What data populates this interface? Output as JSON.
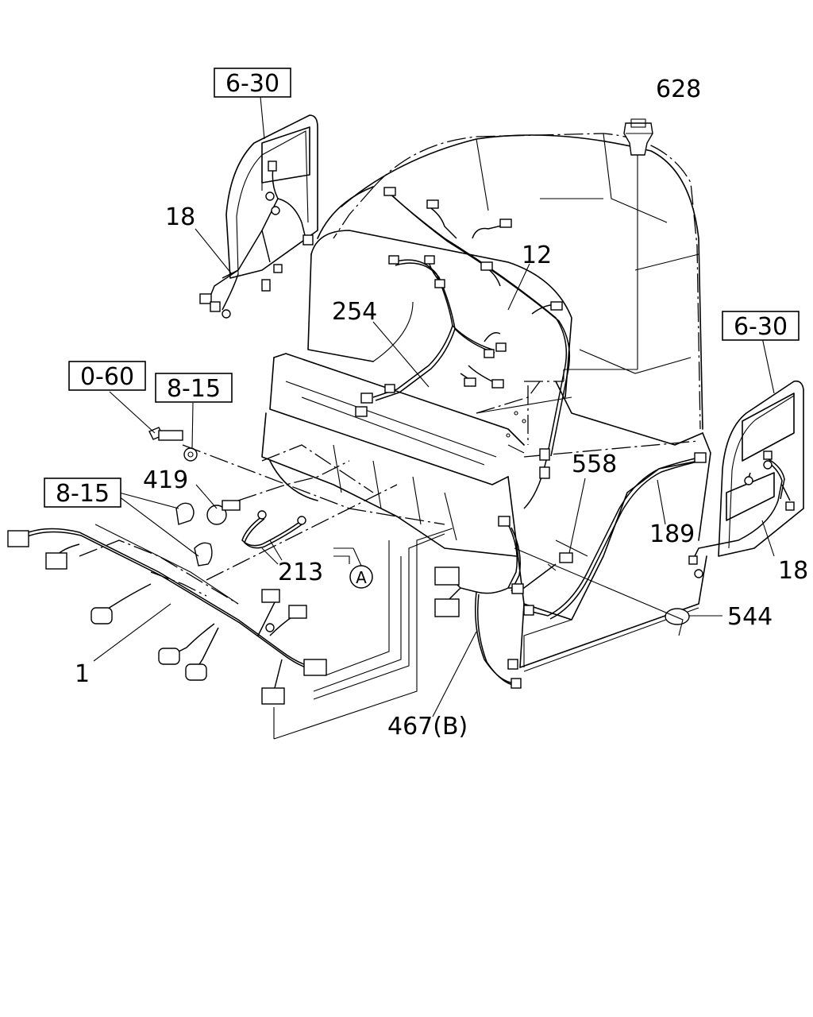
{
  "callouts": {
    "ref_door_left": "6-30",
    "ref_door_right": "6-30",
    "ref_bolt": "0-60",
    "ref_washer": "8-15",
    "ref_clips": "8-15",
    "part_628": "628",
    "part_12": "12",
    "part_18_left": "18",
    "part_18_right": "18",
    "part_254": "254",
    "part_419": "419",
    "part_558": "558",
    "part_189": "189",
    "part_213": "213",
    "part_1": "1",
    "part_544": "544",
    "part_467b": "467(B)",
    "marker_a": "A"
  }
}
